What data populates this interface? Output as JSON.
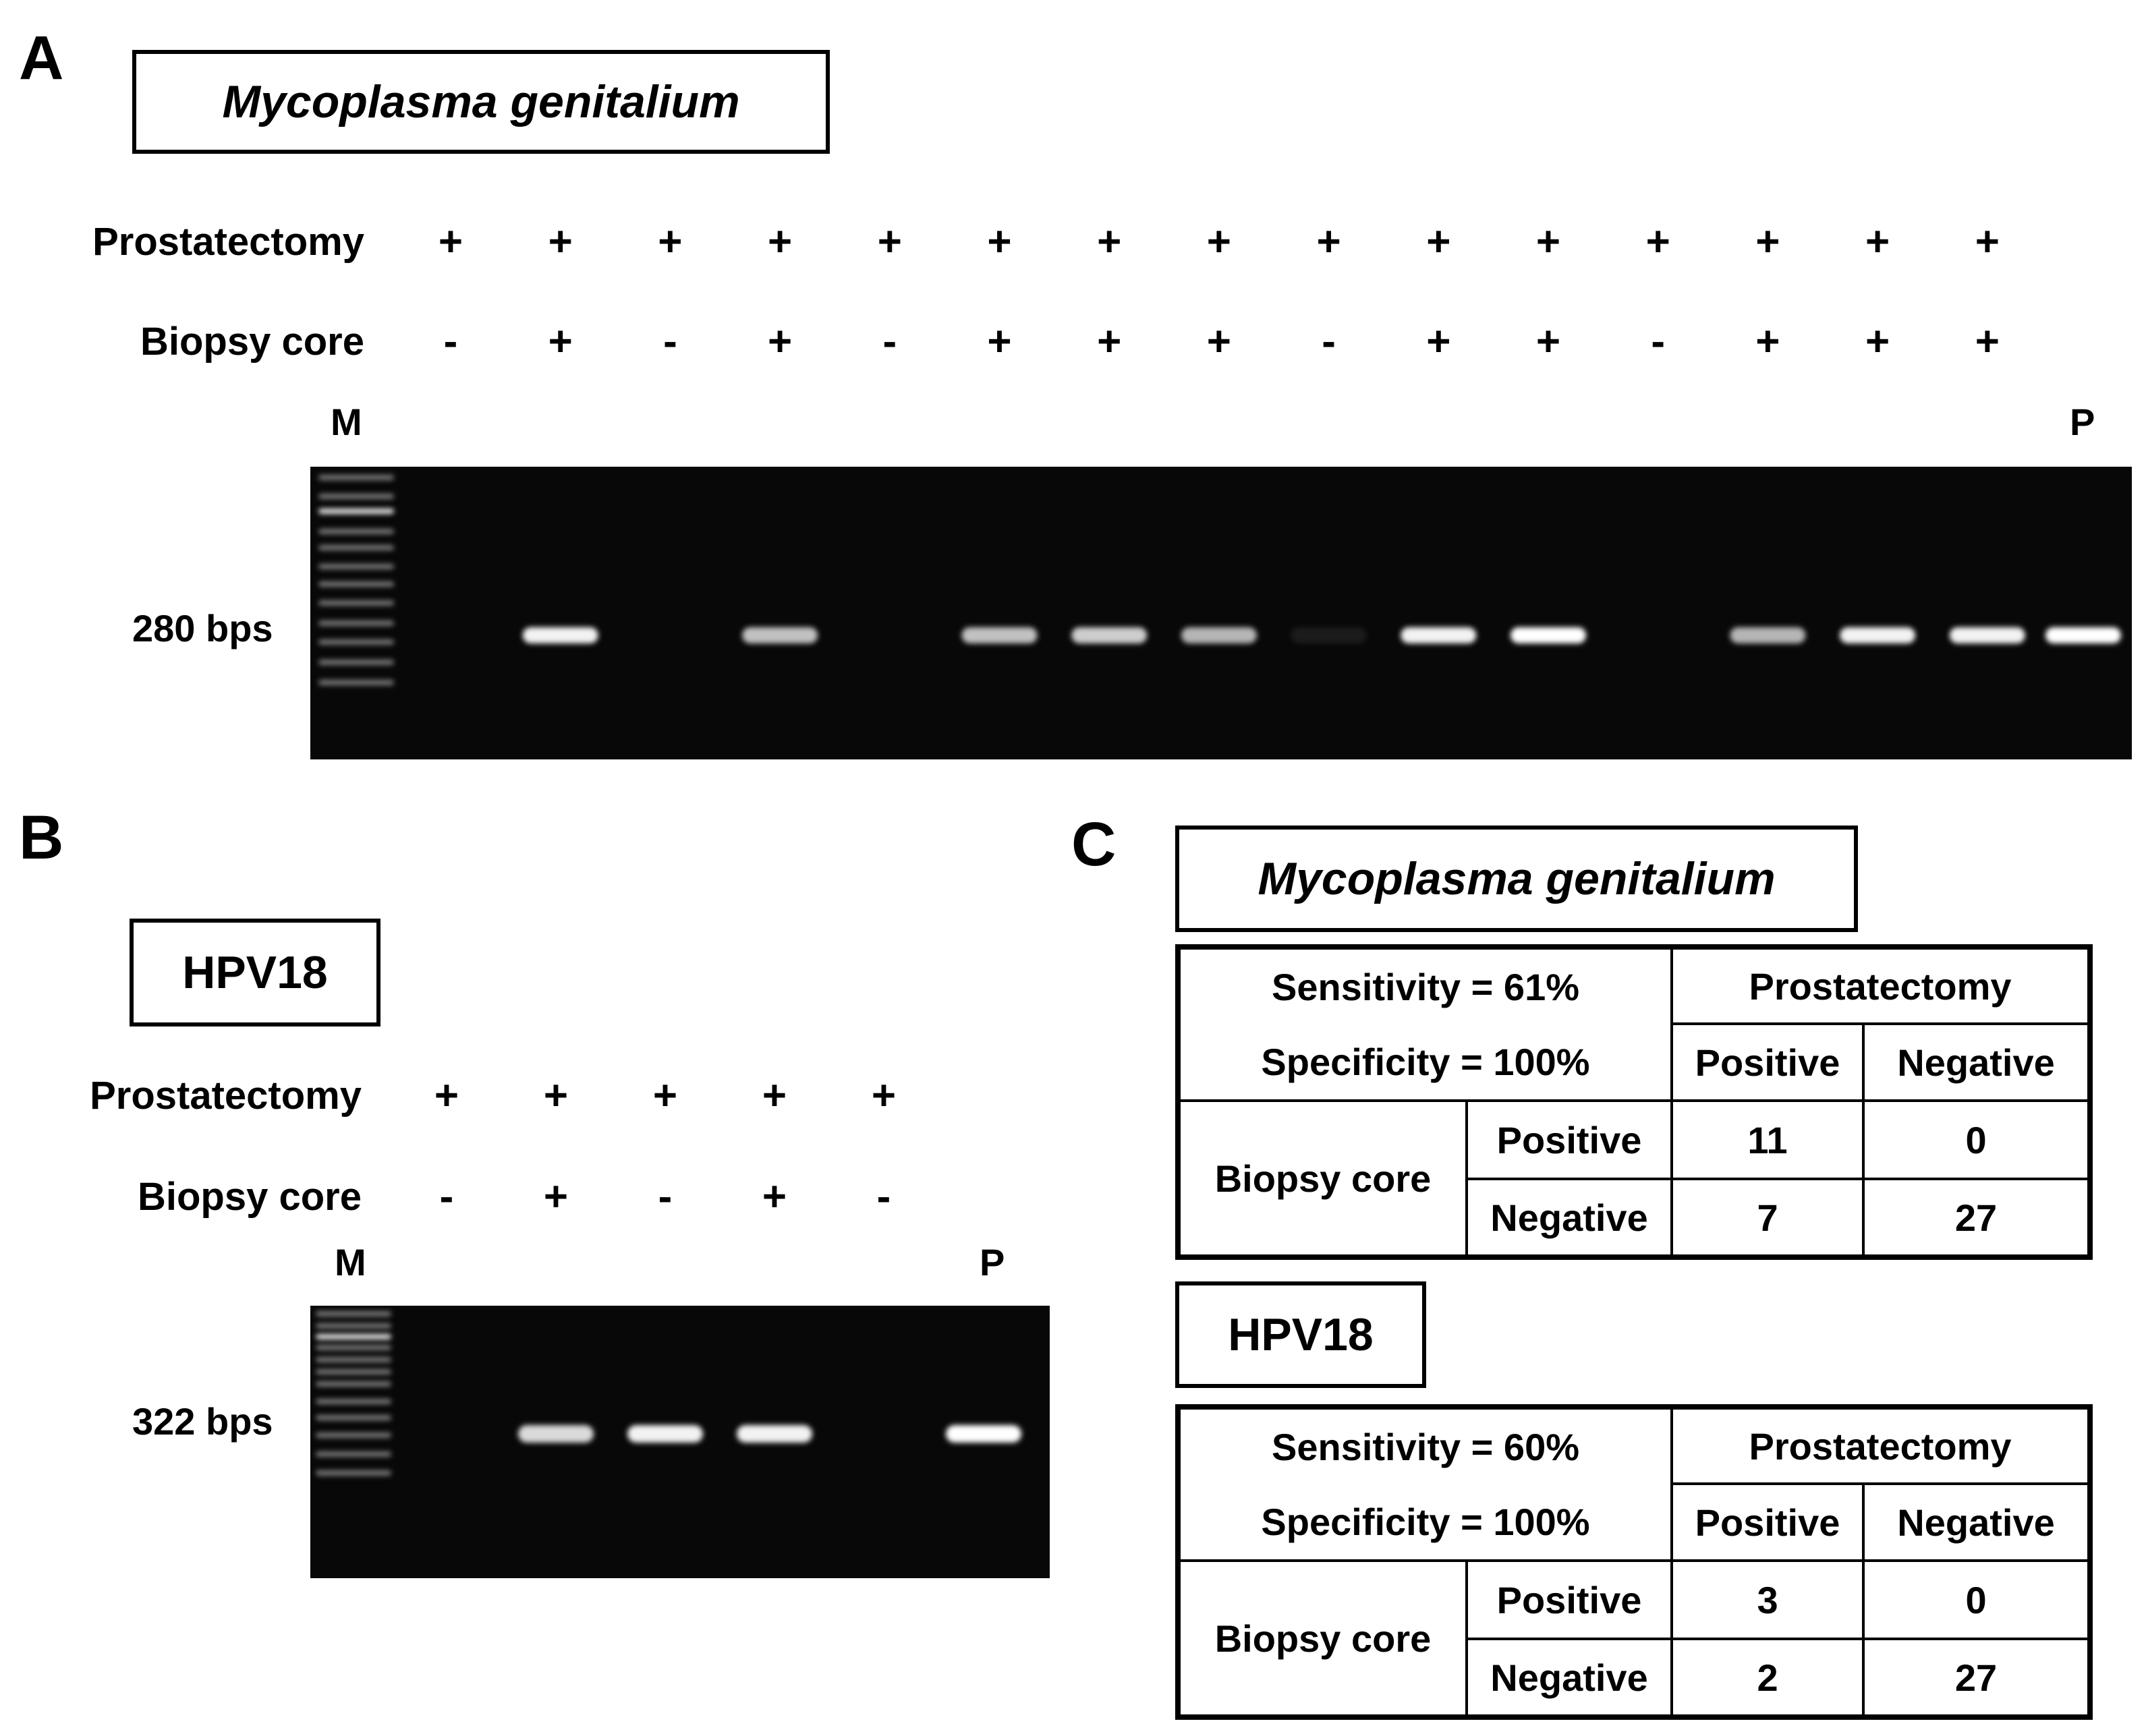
{
  "panel_a": {
    "letter": "A",
    "title": "Mycoplasma genitalium",
    "row_prostatectomy_label": "Prostatectomy",
    "row_biopsy_label": "Biopsy core",
    "prostatectomy": [
      "+",
      "+",
      "+",
      "+",
      "+",
      "+",
      "+",
      "+",
      "+",
      "+",
      "+",
      "+",
      "+",
      "+",
      "+"
    ],
    "biopsy": [
      "-",
      "+",
      "-",
      "+",
      "-",
      "+",
      "+",
      "+",
      "-",
      "+",
      "+",
      "-",
      "+",
      "+",
      "+"
    ],
    "marker_label": "M",
    "positive_label": "P",
    "band_size_label": "280 bps",
    "band_intensity": [
      0,
      0.95,
      0,
      0.75,
      0,
      0.75,
      0.8,
      0.7,
      0.08,
      0.95,
      1.0,
      0,
      0.7,
      0.95,
      0.95,
      1.0
    ]
  },
  "panel_b": {
    "letter": "B",
    "title": "HPV18",
    "row_prostatectomy_label": "Prostatectomy",
    "row_biopsy_label": "Biopsy core",
    "prostatectomy": [
      "+",
      "+",
      "+",
      "+",
      "+"
    ],
    "biopsy": [
      "-",
      "+",
      "-",
      "+",
      "-"
    ],
    "marker_label": "M",
    "positive_label": "P",
    "band_size_label": "322 bps",
    "band_intensity": [
      0,
      0.85,
      0.95,
      0.95,
      0,
      1.0
    ]
  },
  "panel_c": {
    "letter": "C",
    "tables": [
      {
        "title": "Mycoplasma genitalium",
        "title_italic": true,
        "sensitivity": "Sensitivity = 61%",
        "specificity": "Specificity = 100%",
        "col_header": "Prostatectomy",
        "col_positive": "Positive",
        "col_negative": "Negative",
        "row_header": "Biopsy core",
        "row_positive": "Positive",
        "row_negative": "Negative",
        "pos_pos": "11",
        "pos_neg": "0",
        "neg_pos": "7",
        "neg_neg": "27"
      },
      {
        "title": "HPV18",
        "title_italic": false,
        "sensitivity": "Sensitivity = 60%",
        "specificity": "Specificity = 100%",
        "col_header": "Prostatectomy",
        "col_positive": "Positive",
        "col_negative": "Negative",
        "row_header": "Biopsy core",
        "row_positive": "Positive",
        "row_negative": "Negative",
        "pos_pos": "3",
        "pos_neg": "0",
        "neg_pos": "2",
        "neg_neg": "27"
      }
    ]
  }
}
